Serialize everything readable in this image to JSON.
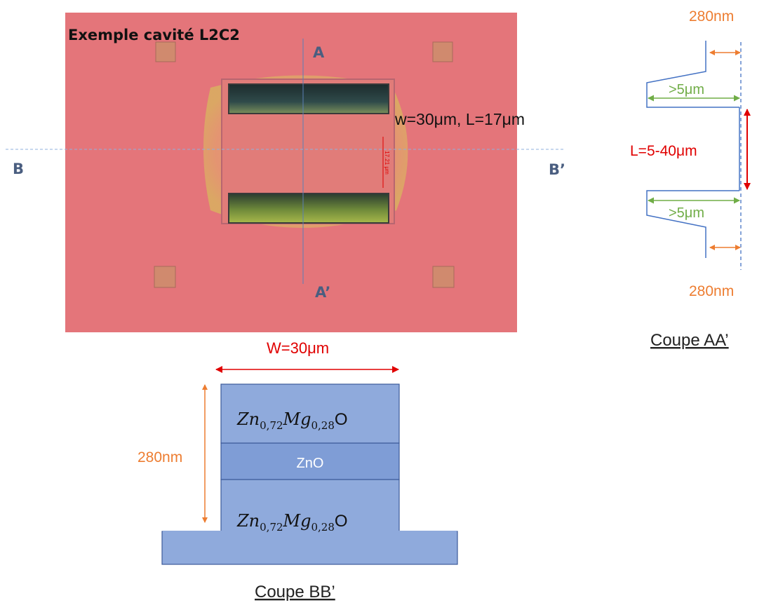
{
  "micrograph": {
    "title": "Exemple cavité L2C2",
    "label_a": "A",
    "label_a_prime": "A’",
    "label_b": "B",
    "label_b_prime": "B’",
    "dimensions_text": "w=30μm, L=17μm",
    "scale_text": "17.21 μm"
  },
  "section_aa": {
    "top_thickness": "280nm",
    "bottom_thickness": "280nm",
    "top_width": ">5μm",
    "bottom_width": ">5μm",
    "length": "L=5-40μm",
    "caption": "Coupe AA’"
  },
  "section_bb": {
    "width_label": "W=30μm",
    "height_label": "280nm",
    "top_layer": {
      "base": "Zn",
      "sub1": "0,72",
      "mid": "Mg",
      "sub2": "0,28",
      "tail": "O"
    },
    "middle_layer": "ZnO",
    "bottom_layer": {
      "base": "Zn",
      "sub1": "0,72",
      "mid": "Mg",
      "sub2": "0,28",
      "tail": "O"
    },
    "caption": "Coupe BB’"
  },
  "colors": {
    "orange": "#ed7d31",
    "red": "#e00000",
    "green": "#70ad47",
    "blue_line": "#4472c4",
    "layer_fill": "#8faadc",
    "layer_mid": "#7f9dd6"
  }
}
